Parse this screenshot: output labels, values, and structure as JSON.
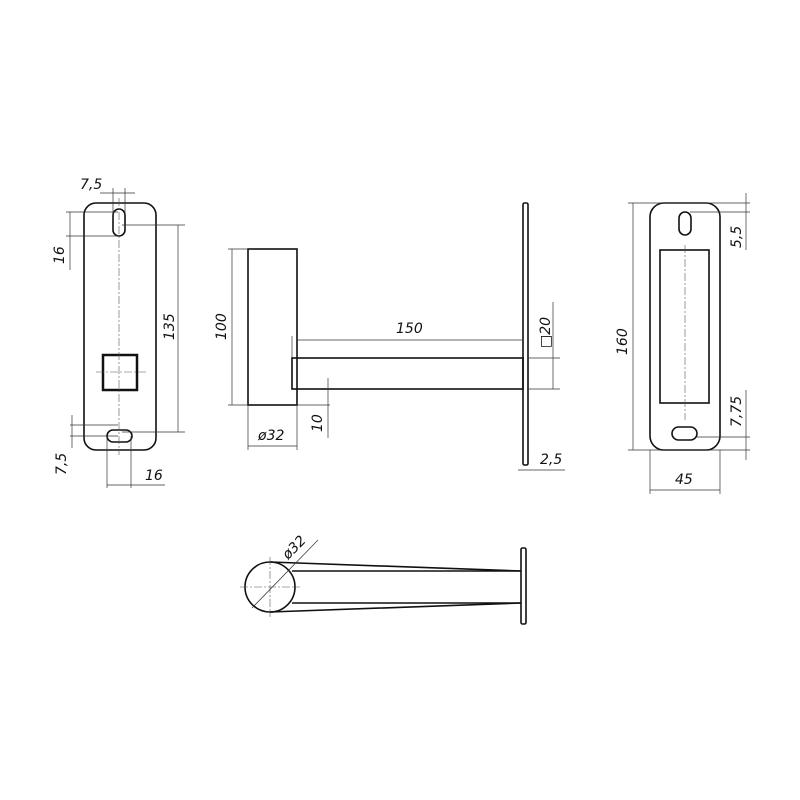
{
  "front_plate": {
    "dim_slot_width": "7,5",
    "dim_slot_height": "16",
    "dim_hole_spacing": "135",
    "dim_bottom_offset": "7,5",
    "dim_bottom_slot": "16"
  },
  "side_view": {
    "dim_length": "150",
    "dim_cup_height": "100",
    "dim_cup_diameter": "ø32",
    "dim_offset": "10",
    "dim_square": "□20",
    "dim_plate_thickness": "2,5"
  },
  "back_plate": {
    "dim_height": "160",
    "dim_top_offset": "5,5",
    "dim_bottom_offset": "7,75",
    "dim_width": "45"
  },
  "top_view": {
    "dim_diameter": "ø32"
  }
}
